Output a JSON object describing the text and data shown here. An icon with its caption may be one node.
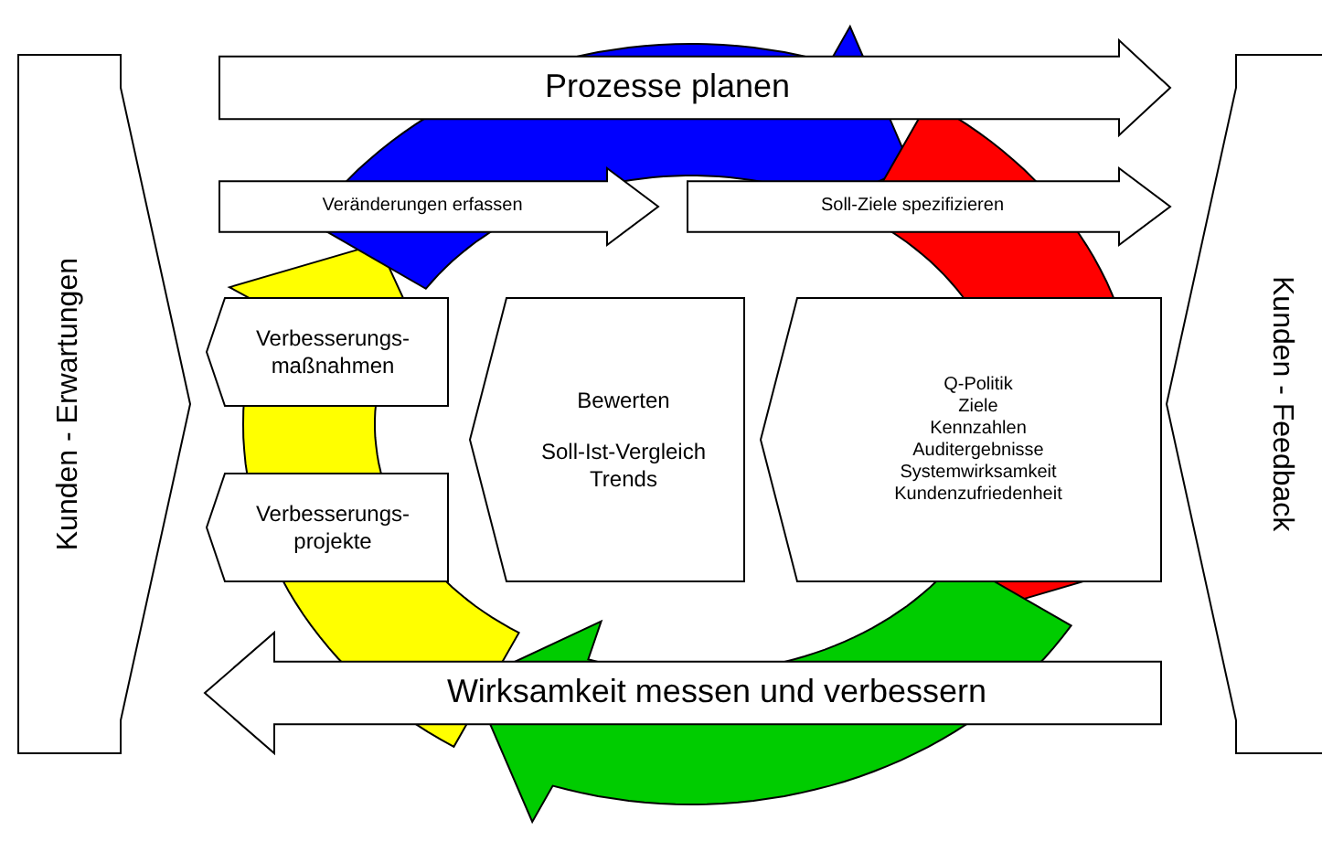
{
  "diagram": {
    "nodes": [
      {
        "text": [
          "Kunden - Erwartungen"
        ]
      },
      {
        "text": [
          "Prozesse planen"
        ]
      },
      {
        "text": [
          "Veränderungen erfassen"
        ]
      },
      {
        "text": [
          "Soll-Ziele spezifizieren"
        ]
      },
      {
        "text": [
          "Verbesserungs- maßnahmen"
        ]
      },
      {
        "text": [
          "Verbesserungs- projekte"
        ]
      },
      {
        "text": [
          "Bewerten",
          "Soll-Ist-Vergleich Trends"
        ]
      },
      {
        "text": [
          "Q-Politik",
          "Ziele",
          "Kennzahlen",
          "Auditergebnisse",
          "Systemwirksamkeit",
          "Kundenzufriedenheit"
        ]
      },
      {
        "text": [
          "Wirksamkeit messen und verbessern"
        ]
      },
      {
        "text": [
          "Kunden - Feedback"
        ]
      }
    ]
  }
}
